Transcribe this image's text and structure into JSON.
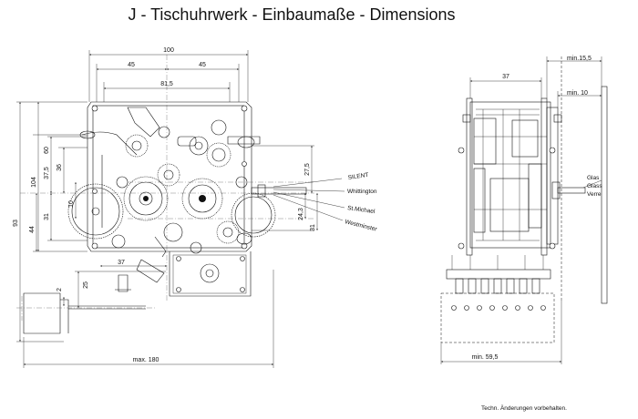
{
  "title": "J - Tischuhrwerk - Einbaumaße - Dimensions",
  "front_view": {
    "dimensions": {
      "d100": "100",
      "d45_left": "45",
      "d45_right": "45",
      "d81_5": "81,5",
      "d104": "104",
      "d60": "60",
      "d37_5": "37,5",
      "d36": "36",
      "d10": "10",
      "d31_left": "31",
      "d44": "44",
      "d93": "93",
      "d27_5": "27,5",
      "d24_3": "24,3",
      "d31_right": "31",
      "d37_bottom": "37",
      "d25": "25",
      "d2": "2",
      "max180": "max. 180"
    },
    "labels": {
      "silent": "SILENT",
      "whittington": "Whittington",
      "st_michael": "St.Michael",
      "westminster": "Westminster"
    }
  },
  "side_view": {
    "dimensions": {
      "d37": "37",
      "min15_5": "min.15,5",
      "min10": "min. 10",
      "min59_5": "min. 59,5"
    },
    "glass_labels": [
      "Glas",
      "Glass",
      "Verre"
    ]
  },
  "footer": "Techn. Änderungen vorbehalten."
}
